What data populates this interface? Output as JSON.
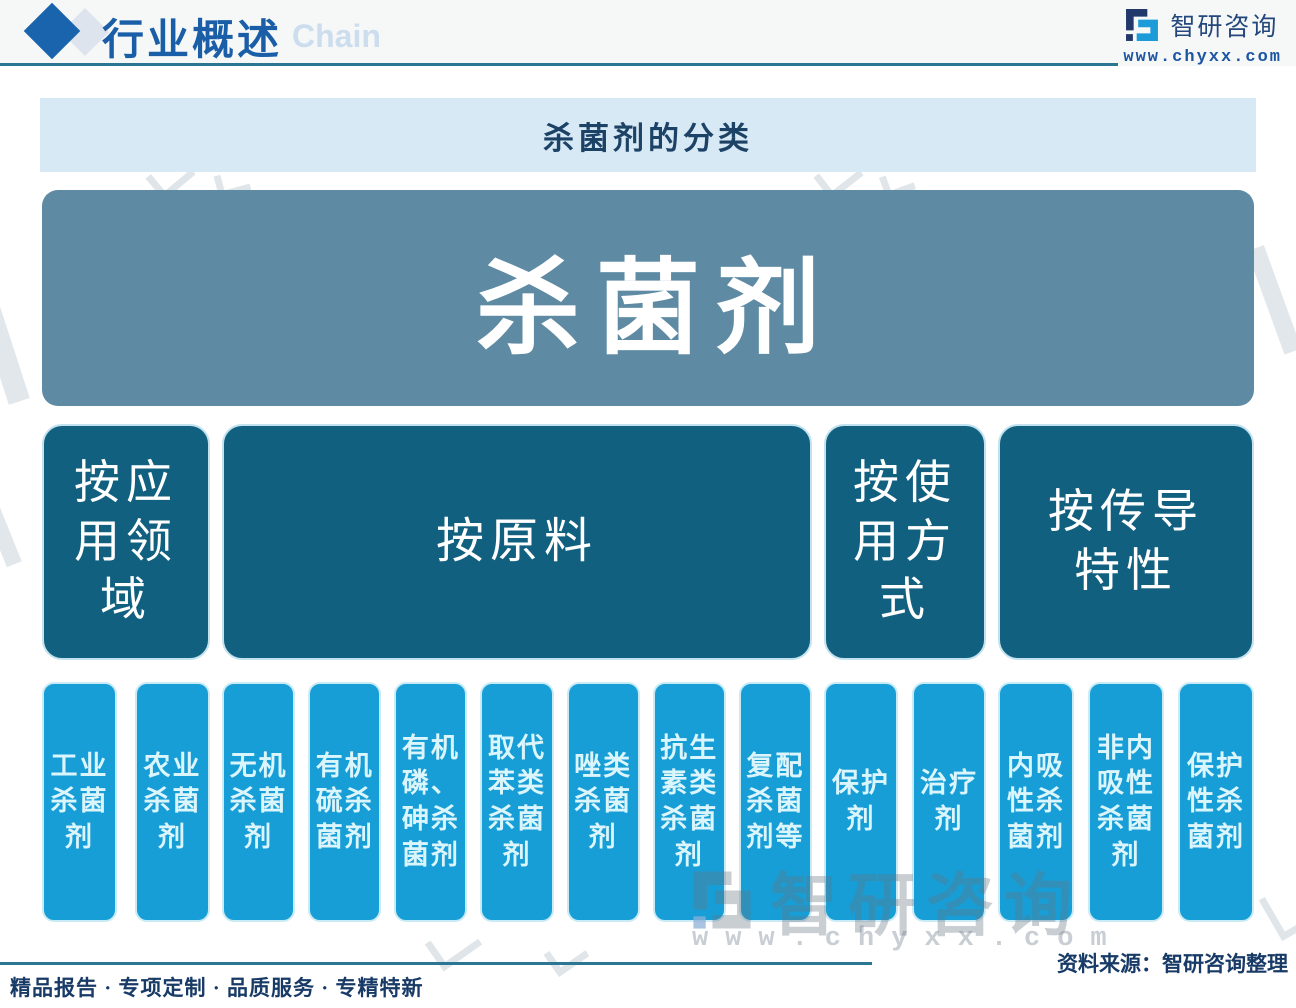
{
  "header": {
    "title": "行业概述",
    "watermark": "Chain",
    "brand_name": "智研咨询",
    "brand_url": "www.chyxx.com"
  },
  "diagram": {
    "title": "杀菌剂的分类",
    "root": "杀菌剂",
    "categories": [
      {
        "label": "按应用领域",
        "items": [
          "工业杀菌剂",
          "农业杀菌剂"
        ]
      },
      {
        "label": "按原料",
        "items": [
          "无机杀菌剂",
          "有机硫杀菌剂",
          "有机磷、砷杀菌剂",
          "取代苯类杀菌剂",
          "唑类杀菌剂",
          "抗生素类杀菌剂",
          "复配杀菌剂等"
        ]
      },
      {
        "label": "按使用方式",
        "items": [
          "保护剂",
          "治疗剂"
        ]
      },
      {
        "label": "按传导特性",
        "items": [
          "内吸性杀菌剂",
          "非内吸性杀菌剂",
          "保护性杀菌剂"
        ]
      }
    ]
  },
  "watermark": {
    "brand": "智研咨询",
    "url": "www.chyxx.com"
  },
  "footer": {
    "left": "精品报告 · 专项定制 · 品质服务 · 专精特新",
    "source": "资料来源：智研咨询整理"
  },
  "colors": {
    "accent_blue": "#1a63ad",
    "titlebar_bg": "#d8e9f6",
    "root_bg": "#5e8ba3",
    "category_bg": "#11607f",
    "leaf_bg": "#189ed6",
    "rule_teal": "#2a7693",
    "text_navy": "#173a66"
  }
}
